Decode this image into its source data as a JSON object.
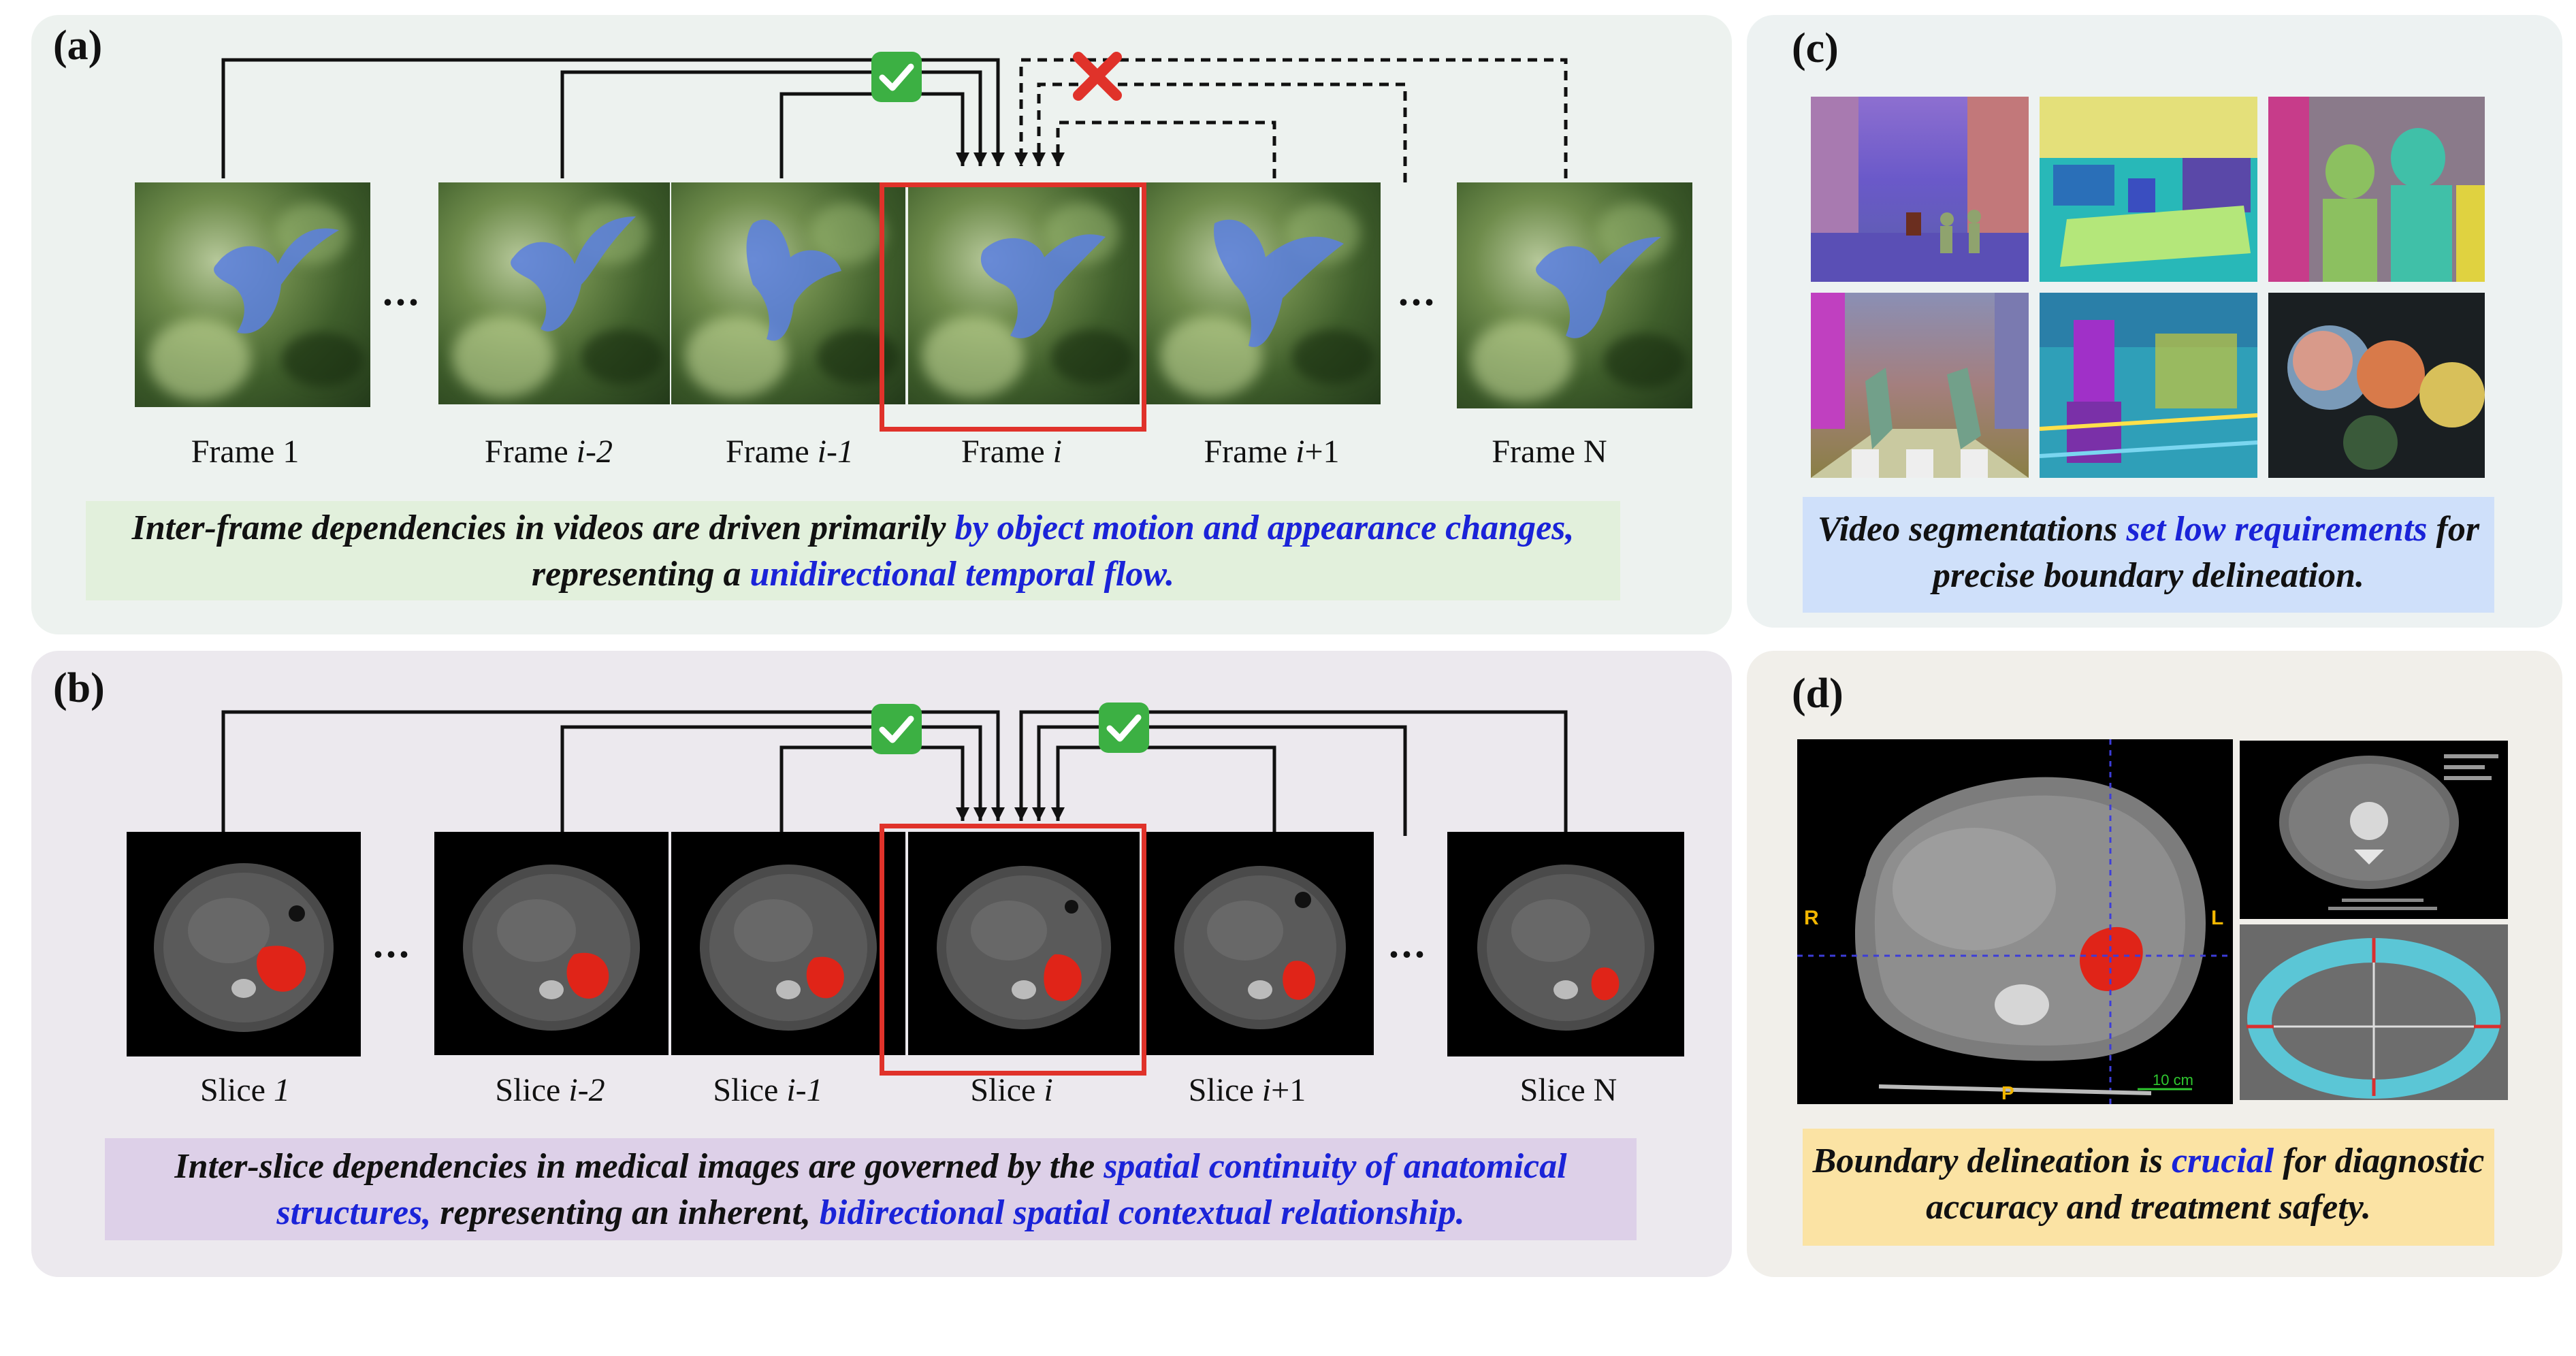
{
  "panel_a": {
    "label": "(a)",
    "frames": [
      {
        "pre": "Frame 1",
        "ital": "",
        "post": ""
      },
      {
        "pre": "Frame ",
        "ital": "i-2",
        "post": ""
      },
      {
        "pre": "Frame ",
        "ital": "i-1",
        "post": ""
      },
      {
        "pre": "Frame ",
        "ital": "i",
        "post": ""
      },
      {
        "pre": "Frame ",
        "ital": "i",
        "post": "+1"
      },
      {
        "pre": "Frame N",
        "ital": "",
        "post": ""
      }
    ],
    "ellipsis": "...",
    "caption": {
      "t1": "Inter-frame dependencies in videos are driven primarily ",
      "h1": "by object motion and appearance changes,",
      "t2": " representing a ",
      "h2": "unidirectional temporal flow."
    }
  },
  "panel_b": {
    "label": "(b)",
    "slices": [
      {
        "pre": "Slice ",
        "ital": "1",
        "post": ""
      },
      {
        "pre": "Slice ",
        "ital": "i-2",
        "post": ""
      },
      {
        "pre": "Slice ",
        "ital": "i-1",
        "post": ""
      },
      {
        "pre": "Slice ",
        "ital": "i",
        "post": ""
      },
      {
        "pre": "Slice ",
        "ital": "i",
        "post": "+1"
      },
      {
        "pre": "Slice N",
        "ital": "",
        "post": ""
      }
    ],
    "ellipsis": "...",
    "caption": {
      "t1": "Inter-slice dependencies in medical images are governed by the ",
      "h1": "spatial continuity of anatomical structures,",
      "t2": " representing an inherent, ",
      "h2": "bidirectional spatial contextual relationship."
    }
  },
  "panel_c": {
    "label": "(c)",
    "caption": {
      "t1": "Video segmentations ",
      "h1": "set low requirements",
      "t2": " for precise boundary delineation."
    }
  },
  "panel_d": {
    "label": "(d)",
    "orient_r": "R",
    "orient_l": "L",
    "orient_p": "P",
    "scale": "10 cm",
    "caption": {
      "t1": "Boundary delineation is ",
      "h1": "crucial",
      "t2": " for diagnostic accuracy and treatment safety."
    }
  },
  "colors": {
    "highlight": "#1a23d8",
    "red_box": "#e0322a",
    "check_green": "#3cb043",
    "cross_red": "#e0322a",
    "bird_blue": "#5b7fe0",
    "mask_red": "#e02418",
    "caption_a_bg": "#e2f0dc",
    "caption_b_bg": "#ddd0e8",
    "caption_c_bg": "#cfe0fa",
    "caption_d_bg": "#fbe3a4"
  },
  "icons": {
    "check": "check-mark-icon",
    "cross": "cross-mark-icon"
  }
}
